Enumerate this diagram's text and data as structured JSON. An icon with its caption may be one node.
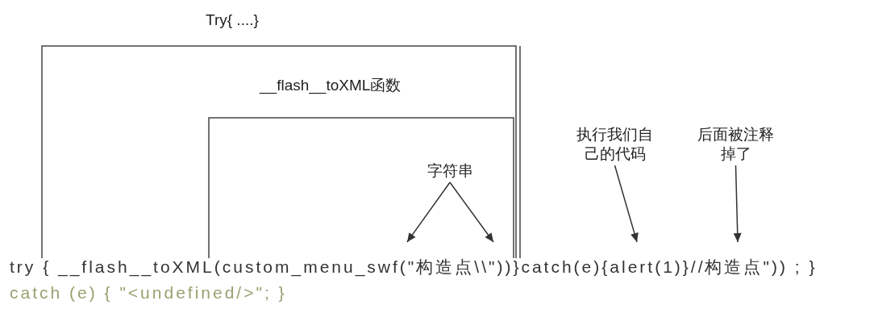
{
  "diagram": {
    "nodes": [
      {
        "text": [
          "字符串"
        ]
      },
      {
        "text": [
          "执行我们自己的代码"
        ]
      },
      {
        "text": [
          "后面被注释掉了"
        ]
      }
    ],
    "edges": [
      {
        "from": 0,
        "to": null,
        "arrow": "to"
      },
      {
        "from": 0,
        "to": null,
        "arrow": "to"
      },
      {
        "from": 1,
        "to": null,
        "arrow": "to"
      },
      {
        "from": 2,
        "to": null,
        "arrow": "to"
      }
    ],
    "labels": [
      "Try{ ....}",
      "__flash__toXML函数",
      "try { __flash__toXML(custom_menu_swf(\"构造点\\\\\"))}catch(e){alert(1)}//构造点\")) ; }",
      "catch (e) { \"<undefined/>\"; }"
    ]
  }
}
